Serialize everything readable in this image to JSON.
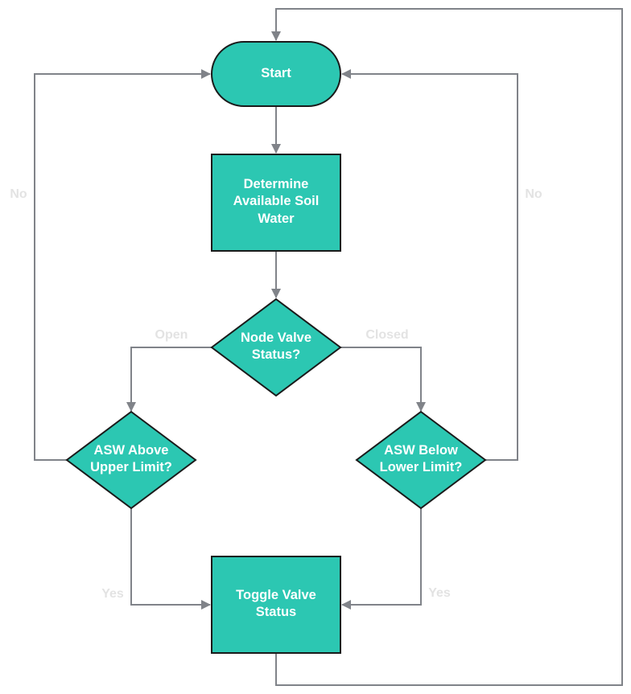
{
  "colors": {
    "node_fill": "#2cc7b2",
    "node_stroke": "#1a1a1a",
    "edge_stroke": "#808389",
    "edge_label": "#e3e3e3",
    "node_text": "#ffffff"
  },
  "nodes": {
    "start": {
      "shape": "terminator",
      "lines": [
        "Start"
      ]
    },
    "determine": {
      "shape": "process",
      "lines": [
        "Determine",
        "Available Soil",
        "Water"
      ]
    },
    "valve_status": {
      "shape": "decision",
      "lines": [
        "Node Valve",
        "Status?"
      ]
    },
    "asw_above": {
      "shape": "decision",
      "lines": [
        "ASW Above",
        "Upper Limit?"
      ]
    },
    "asw_below": {
      "shape": "decision",
      "lines": [
        "ASW Below",
        "Lower Limit?"
      ]
    },
    "toggle": {
      "shape": "process",
      "lines": [
        "Toggle Valve",
        "Status"
      ]
    }
  },
  "edges": {
    "start_to_determine": {
      "from": "start",
      "to": "determine",
      "label": ""
    },
    "determine_to_valve": {
      "from": "determine",
      "to": "valve_status",
      "label": ""
    },
    "valve_open": {
      "from": "valve_status",
      "to": "asw_above",
      "label": "Open"
    },
    "valve_closed": {
      "from": "valve_status",
      "to": "asw_below",
      "label": "Closed"
    },
    "above_no": {
      "from": "asw_above",
      "to": "start",
      "label": "No"
    },
    "below_no": {
      "from": "asw_below",
      "to": "start",
      "label": "No"
    },
    "above_yes": {
      "from": "asw_above",
      "to": "toggle",
      "label": "Yes"
    },
    "below_yes": {
      "from": "asw_below",
      "to": "toggle",
      "label": "Yes"
    },
    "toggle_to_start": {
      "from": "toggle",
      "to": "start",
      "label": ""
    }
  }
}
